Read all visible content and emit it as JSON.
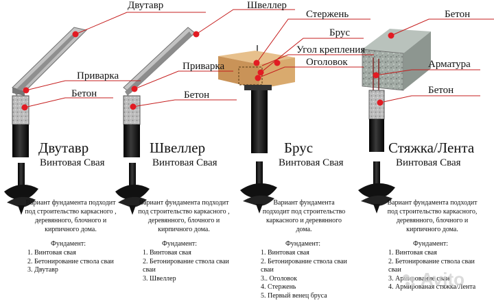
{
  "columns": [
    {
      "title": "Двутавр",
      "subtitle": "Винтовая Свая",
      "callouts": [
        "Двутавр",
        "Приварка",
        "Бетон"
      ],
      "description": "Вариант фундамента подходит под строительство каркасного , деревянного, блочного и кирпичного дома.",
      "foundation_heading": "Фундамент:",
      "foundation_items": [
        "1. Винтовая свая",
        "2. Бетонирование ствола сваи",
        "3. Двутавр"
      ]
    },
    {
      "title": "Швеллер",
      "subtitle": "Винтовая Свая",
      "callouts": [
        "Швеллер",
        "Приварка",
        "Бетон"
      ],
      "description": "Вариант фундамента подходит под строительство каркасного , деревянного, блочного и кирпичного дома.",
      "foundation_heading": "Фундамент:",
      "foundation_items": [
        "1. Винтовая свая",
        "2. Бетонирование ствола сваи",
        "3. Швеллер"
      ]
    },
    {
      "title": "Брус",
      "subtitle": "Винтовая Свая",
      "callouts": [
        "Стержень",
        "Брус",
        "Угол крепления",
        "Оголовок"
      ],
      "description": "Вариант фундамента подходит под строительство каркасного и деревянного дома.",
      "foundation_heading": "Фундамент:",
      "foundation_items": [
        "1. Винтовая свая",
        "2. Бетонирование ствола сваи",
        "3.. Оголовок",
        "4. Стержень",
        "5. Первый венец бруса"
      ]
    },
    {
      "title": "Стяжка/Лента",
      "subtitle": "Винтовая Свая",
      "callouts": [
        "Бетон",
        "Арматура",
        "Бетон"
      ],
      "description": "Вариант фундамента подходит под строительство каркасного, деревянного, блочного и кирпичного дома.",
      "foundation_heading": "Фундамент:",
      "foundation_items": [
        "1. Винтовая свая",
        "2. Бетонирование ствола сваи",
        "3. Армирование сваи",
        "4. Армированая стяжка/Лента"
      ]
    }
  ],
  "watermark": "Avito",
  "colors": {
    "marker": "#e21b23",
    "steel": "#c9c9c9",
    "pile": "#151515",
    "wood": "#d3a56a",
    "concrete": "#9aa39e"
  }
}
